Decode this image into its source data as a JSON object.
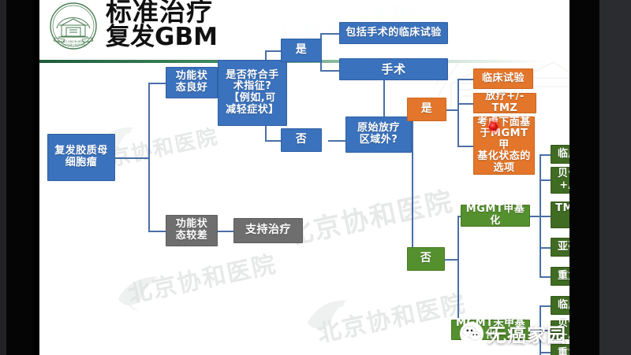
{
  "header": {
    "title_main": "标准治疗",
    "title_sub": "复发GBM",
    "logo_name": "peking-union-hospital-logo"
  },
  "background": {
    "watermark_texts": [
      "北京协和医院",
      "北京协和医院",
      "北京协和医院",
      "北京协和医院",
      "北京协和医院"
    ],
    "channel_watermark": "无癌家园"
  },
  "colors": {
    "blue": "#3b72bd",
    "gray": "#6e6e6e",
    "orange": "#e3762a",
    "green": "#55902f",
    "green_dark": "#3f6b22",
    "connector": "#4a6fa8",
    "rule": "#1e5c3a",
    "laser": "#e01515"
  },
  "flowchart": {
    "root": "复发胶质母细胞瘤",
    "branch_good": "功能状\n态良好",
    "branch_poor": "功能状\n态较差",
    "supportive_care": "支持治疗",
    "surgery_question": "是否符合手\n术指征?\n【例如,可\n减轻症状】",
    "yes_1": "是",
    "no_1": "否",
    "trial_with_surgery": "包括手术的临床试验",
    "surgery": "手术",
    "outside_rt_field": "原始放疗\n区域外?",
    "yes_2": "是",
    "no_2": "否",
    "orange_options": [
      "临床试验",
      "放疗+/-TMZ",
      "考虑下面基\n于MGMT甲\n基化状态的\n选项"
    ],
    "mgmt_methylated": "MGMT甲基化",
    "mgmt_methylated_options": [
      "临床试验",
      "贝伐单抗\n+/-化疗",
      "TMZ再使\n用",
      "亚硝基尿",
      "重复放疗"
    ],
    "mgmt_unmethylated": "MGMT未甲基化",
    "mgmt_unmethylated_options": [
      "临床试验",
      "贝伐单抗+/-化疗",
      "重复放疗"
    ]
  }
}
